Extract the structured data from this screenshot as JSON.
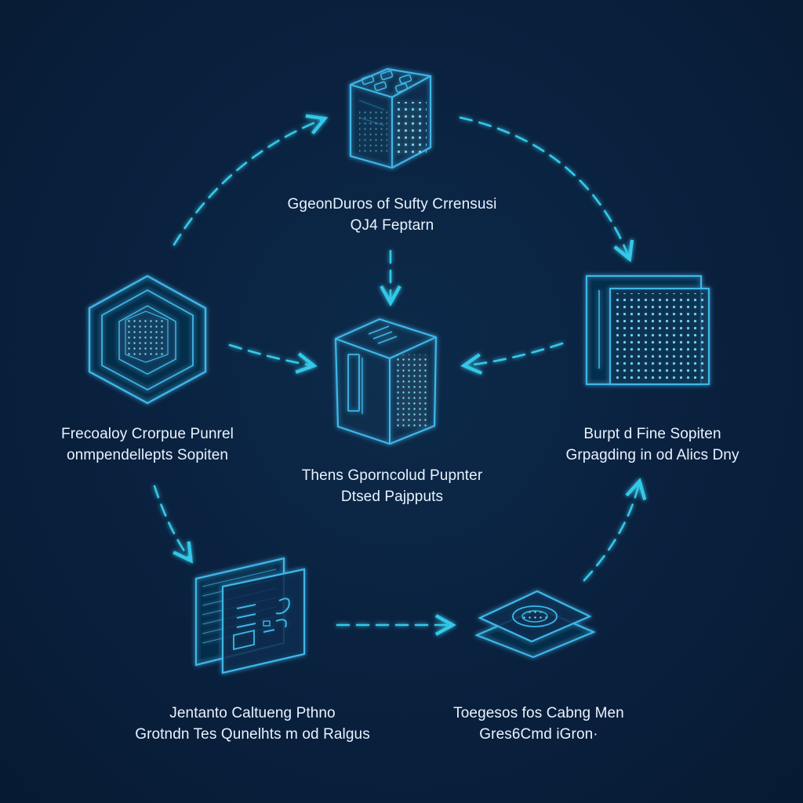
{
  "diagram": {
    "nodes": [
      {
        "id": "top",
        "icon": "data-cube-icon",
        "lines": [
          "GgeonDuros of Sufty Crrensusi",
          "QJ4 Feptarn"
        ]
      },
      {
        "id": "center",
        "icon": "server-cube-icon",
        "lines": [
          "Thens Gporncolud Pupnter",
          "Dtsed Pajpputs"
        ]
      },
      {
        "id": "left",
        "icon": "hexagon-cube-icon",
        "lines": [
          "Frecoaloy Crorpue Punrel",
          "onmpendellepts Sopiten"
        ]
      },
      {
        "id": "right",
        "icon": "grid-panel-icon",
        "lines": [
          "Burpt d Fine Sopiten",
          "Grpagding in od Alics Dny"
        ]
      },
      {
        "id": "bottom-left",
        "icon": "document-panel-icon",
        "lines": [
          "Jentanto Caltueng Pthno",
          "Grotndn Tes Qunelhts m od Ralgus"
        ]
      },
      {
        "id": "bottom-right",
        "icon": "layered-chip-icon",
        "lines": [
          "Toegesos fos Cabng Men",
          "Gres6Cmd iGron·"
        ]
      }
    ],
    "colors": {
      "background": "#0a2240",
      "stroke": "#3fb6ea",
      "arrow": "#35c8e8",
      "text": "#e9f3ff"
    }
  }
}
